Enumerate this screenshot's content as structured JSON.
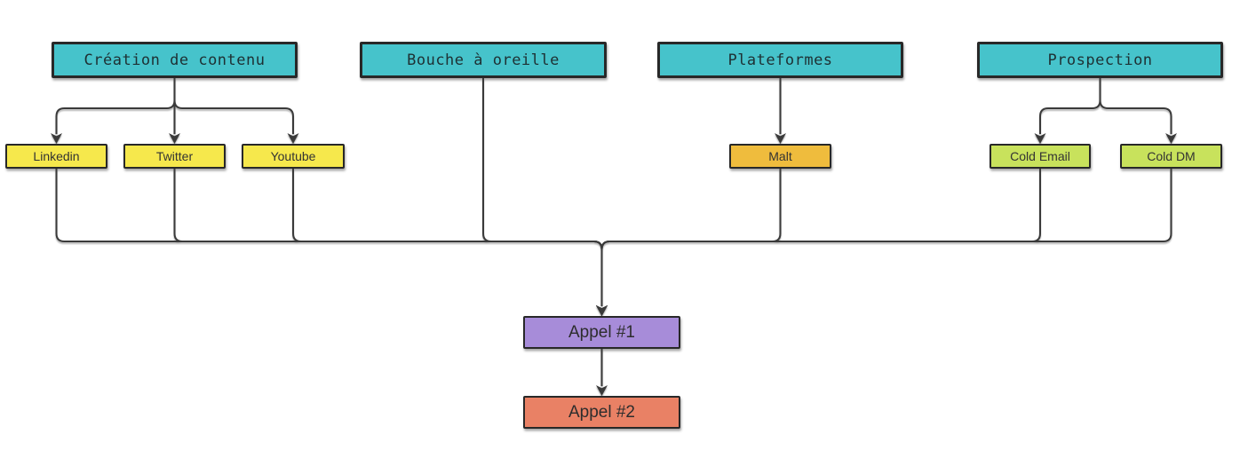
{
  "diagram": {
    "type": "flowchart",
    "background": "#ffffff",
    "line_color": "#3a3a3a",
    "border_color": "#282828",
    "nodes": {
      "creation": {
        "label": "Création de contenu",
        "fill": "#46C3CB"
      },
      "bouche": {
        "label": "Bouche à oreille",
        "fill": "#46C3CB"
      },
      "plateformes": {
        "label": "Plateformes",
        "fill": "#46C3CB"
      },
      "prospection": {
        "label": "Prospection",
        "fill": "#46C3CB"
      },
      "linkedin": {
        "label": "Linkedin",
        "fill": "#F6E84C"
      },
      "twitter": {
        "label": "Twitter",
        "fill": "#F6E84C"
      },
      "youtube": {
        "label": "Youtube",
        "fill": "#F6E84C"
      },
      "malt": {
        "label": "Malt",
        "fill": "#EFBC3D"
      },
      "cold_email": {
        "label": "Cold Email",
        "fill": "#C8E25C"
      },
      "cold_dm": {
        "label": "Cold DM",
        "fill": "#C8E25C"
      },
      "appel1": {
        "label": "Appel #1",
        "fill": "#A78CD9"
      },
      "appel2": {
        "label": "Appel #2",
        "fill": "#E98165"
      }
    },
    "edges": [
      {
        "from": "creation",
        "to": "linkedin"
      },
      {
        "from": "creation",
        "to": "twitter"
      },
      {
        "from": "creation",
        "to": "youtube"
      },
      {
        "from": "bouche",
        "to": "appel1"
      },
      {
        "from": "plateformes",
        "to": "malt"
      },
      {
        "from": "prospection",
        "to": "cold_email"
      },
      {
        "from": "prospection",
        "to": "cold_dm"
      },
      {
        "from": "linkedin",
        "to": "appel1"
      },
      {
        "from": "twitter",
        "to": "appel1"
      },
      {
        "from": "youtube",
        "to": "appel1"
      },
      {
        "from": "malt",
        "to": "appel1"
      },
      {
        "from": "cold_email",
        "to": "appel1"
      },
      {
        "from": "cold_dm",
        "to": "appel1"
      },
      {
        "from": "appel1",
        "to": "appel2"
      }
    ]
  }
}
